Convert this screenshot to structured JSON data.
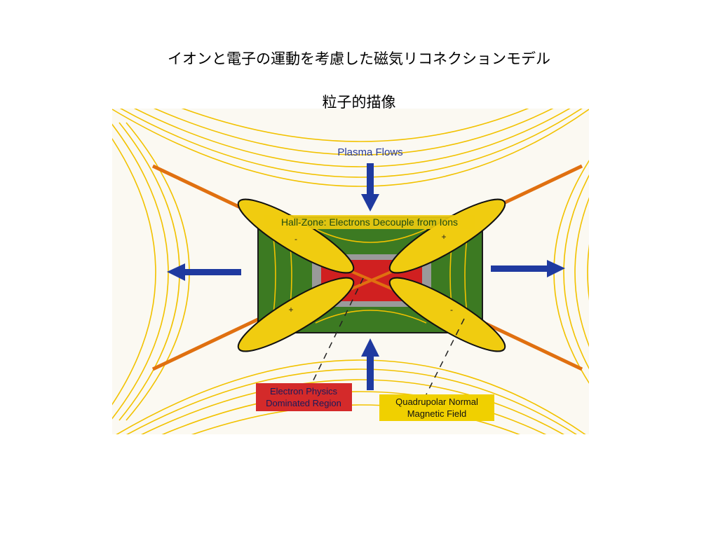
{
  "slide": {
    "title": "イオンと電子の運動を考慮した磁気リコネクションモデル",
    "subtitle": "粒子的描像"
  },
  "diagram": {
    "labels": {
      "plasma_flows": "Plasma Flows",
      "hall_zone": "Hall-Zone: Electrons Decouple from Ions",
      "electron_region_line1": "Electron Physics",
      "electron_region_line2": "Dominated Region",
      "quadrupolar_line1": "Quadrupolar Normal",
      "quadrupolar_line2": "Magnetic Field"
    },
    "quadrupole_signs": [
      "-",
      "+",
      "+",
      "-"
    ],
    "colors": {
      "field_lines": "#f2c200",
      "separatrix": "#e07010",
      "hall_zone": "#3c7a22",
      "electron_region": "#d02020",
      "gray_band": "#9a9a9a",
      "lobes": "#f0cc10",
      "arrows": "#1f3aa0",
      "text_blue": "#2a3c9a",
      "label_red_bg": "#d42a2a",
      "label_yellow_bg": "#f0d000"
    }
  }
}
